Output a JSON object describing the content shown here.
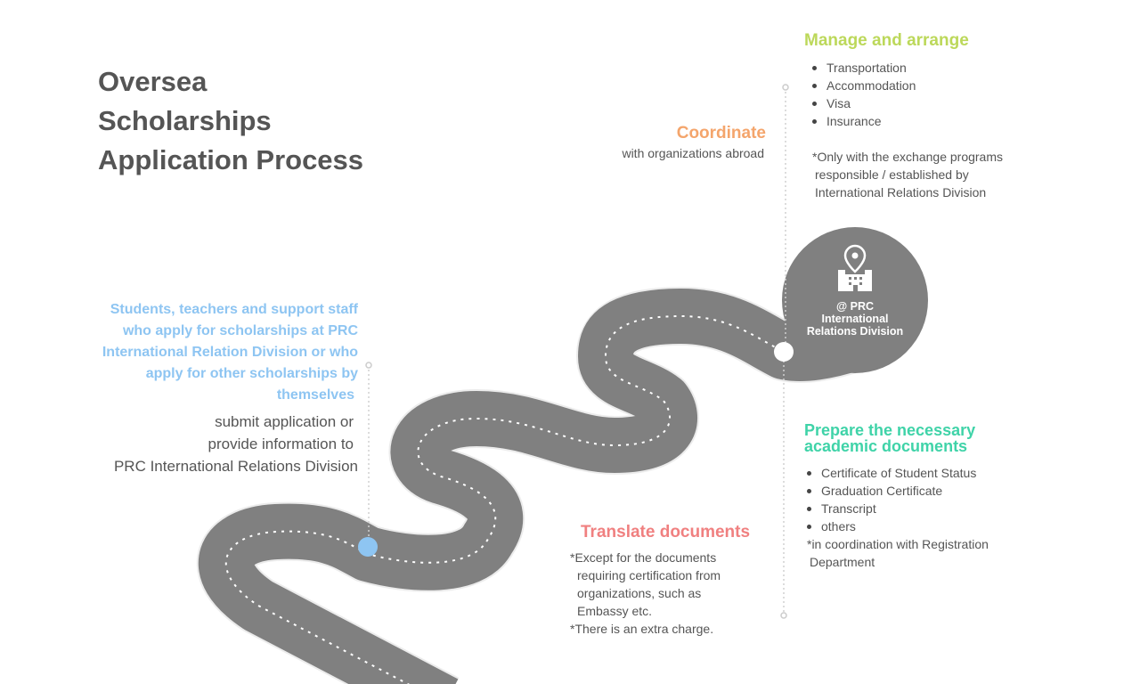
{
  "title": [
    "Oversea",
    "Scholarships",
    "Application Process"
  ],
  "applicants": {
    "heading": "Students, teachers and support staff who apply for scholarships at PRC International Relation Division or who apply for other scholarships by themselves",
    "heading_lines": [
      "Students, teachers and support staff",
      "who apply for scholarships at PRC",
      "International Relation Division or who",
      "apply for other scholarships by",
      "themselves"
    ],
    "desc_lines": [
      "submit application or",
      "provide information to",
      "PRC International Relations Division"
    ]
  },
  "coordinate": {
    "heading": "Coordinate",
    "desc": "with organizations abroad"
  },
  "manage": {
    "heading": "Manage and arrange",
    "items": [
      "Transportation",
      "Accommodation",
      "Visa",
      "Insurance"
    ],
    "note_lines": [
      "*Only with the exchange programs",
      "responsible / established by",
      "International Relations Division"
    ]
  },
  "division": {
    "icon": "building-location-icon",
    "label_lines": [
      "@ PRC",
      "International",
      "Relations Division"
    ]
  },
  "prepare": {
    "heading_lines": [
      "Prepare the necessary",
      "academic documents"
    ],
    "items": [
      "Certificate of Student Status",
      "Graduation Certificate",
      "Transcript",
      "others"
    ],
    "note_lines": [
      "*in coordination with Registration",
      "Department"
    ]
  },
  "translate": {
    "heading": "Translate documents",
    "note_lines": [
      "*Except for the documents",
      "requiring certification from",
      "organizations, such as",
      "Embassy etc.",
      "*There is an extra charge."
    ]
  },
  "colors": {
    "road": "#808080",
    "road_edge": "#ececec",
    "applicants": "#8ec5f2",
    "coordinate": "#f4a56c",
    "manage": "#bcd85a",
    "prepare": "#3fd3a8",
    "translate": "#f08080",
    "text": "#555555"
  }
}
